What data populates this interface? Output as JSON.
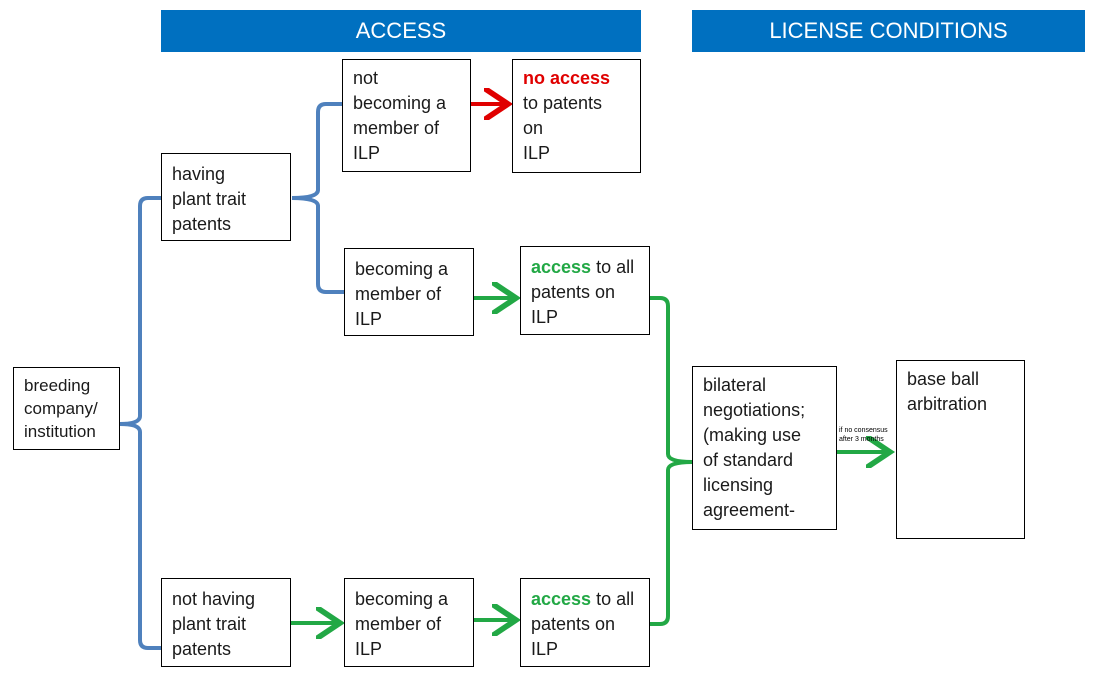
{
  "headers": {
    "access": "ACCESS",
    "license": "LICENSE CONDITIONS"
  },
  "boxes": {
    "breeding": {
      "lines": [
        "breeding",
        "company/",
        "institution"
      ]
    },
    "having_patents": {
      "lines": [
        "having",
        "plant trait",
        "patents"
      ]
    },
    "not_having_patents": {
      "lines": [
        "not having",
        "plant trait",
        "patents"
      ]
    },
    "not_member": {
      "lines": [
        "not",
        "becoming a",
        "member of",
        "ILP"
      ]
    },
    "member_top": {
      "lines": [
        "becoming a",
        "member of",
        "ILP"
      ]
    },
    "member_bottom": {
      "lines": [
        "becoming a",
        "member of",
        "ILP"
      ]
    },
    "no_access": {
      "highlight": "no access",
      "lines": [
        "to patents",
        "on",
        "ILP"
      ]
    },
    "access_top": {
      "highlight": "access",
      "first_rest": " to all",
      "lines": [
        "patents on",
        "ILP"
      ]
    },
    "access_bottom": {
      "highlight": "access",
      "first_rest": " to all",
      "lines": [
        "patents on",
        "ILP"
      ]
    },
    "bilateral": {
      "lines": [
        "bilateral",
        "negotiations;",
        "(making use",
        "of standard",
        "licensing",
        "agreement-"
      ]
    },
    "arbitration": {
      "lines": [
        "base ball",
        "arbitration"
      ]
    }
  },
  "arrow_note": {
    "line1": "if no consensus",
    "line2": "after 3 months"
  },
  "colors": {
    "header": "#0070c0",
    "blue_bracket": "#4f81bd",
    "green_arrow": "#22a845",
    "red_arrow": "#e00000"
  }
}
